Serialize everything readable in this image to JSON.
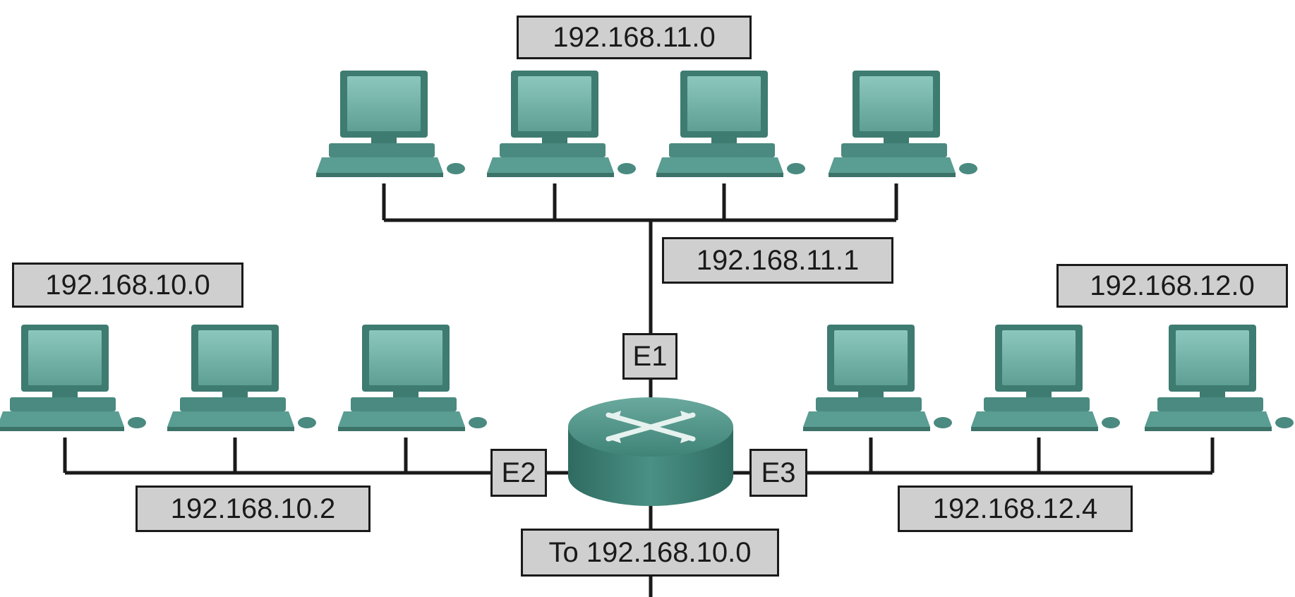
{
  "networks": {
    "top": {
      "network_label": "192.168.11.0",
      "gateway_label": "192.168.11.1",
      "pc_count": 4
    },
    "left": {
      "network_label": "192.168.10.0",
      "host_label": "192.168.10.2",
      "pc_count": 3
    },
    "right": {
      "network_label": "192.168.12.0",
      "host_label": "192.168.12.4",
      "pc_count": 3
    }
  },
  "router": {
    "interfaces": {
      "e1": "E1",
      "e2": "E2",
      "e3": "E3"
    },
    "uplink_label": "To 192.168.10.0"
  },
  "colors": {
    "pc_body": "#4f9187",
    "pc_screen": "#6fb3a8",
    "router_body": "#3f8377",
    "label_bg": "#cfcfcf",
    "line": "#1a1a1a"
  },
  "icons": {
    "pc": "computer-icon",
    "router": "router-icon"
  }
}
